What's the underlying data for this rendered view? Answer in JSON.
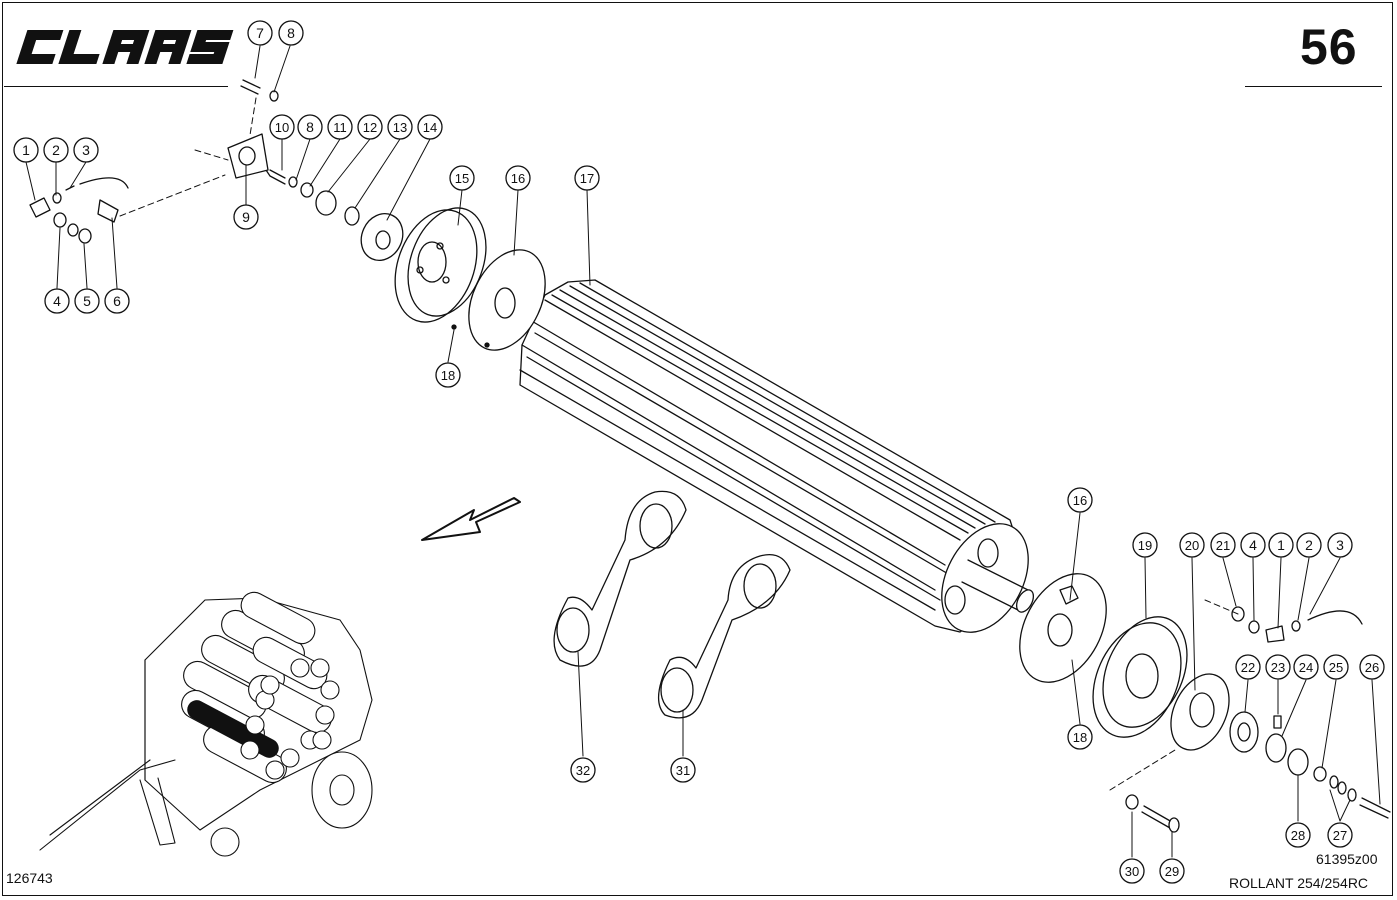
{
  "brand": {
    "logo_text": "CLAAS"
  },
  "page": {
    "number": "56"
  },
  "footer": {
    "left_ref": "126743",
    "drawing_code": "61395z00",
    "model": "ROLLANT 254/254RC"
  },
  "callouts": [
    {
      "id": "c-7",
      "label": "7"
    },
    {
      "id": "c-8a",
      "label": "8"
    },
    {
      "id": "c-1a",
      "label": "1"
    },
    {
      "id": "c-2a",
      "label": "2"
    },
    {
      "id": "c-3a",
      "label": "3"
    },
    {
      "id": "c-10",
      "label": "10"
    },
    {
      "id": "c-8b",
      "label": "8"
    },
    {
      "id": "c-11",
      "label": "11"
    },
    {
      "id": "c-12",
      "label": "12"
    },
    {
      "id": "c-13",
      "label": "13"
    },
    {
      "id": "c-14",
      "label": "14"
    },
    {
      "id": "c-9",
      "label": "9"
    },
    {
      "id": "c-15",
      "label": "15"
    },
    {
      "id": "c-16a",
      "label": "16"
    },
    {
      "id": "c-17",
      "label": "17"
    },
    {
      "id": "c-4a",
      "label": "4"
    },
    {
      "id": "c-5",
      "label": "5"
    },
    {
      "id": "c-6",
      "label": "6"
    },
    {
      "id": "c-18a",
      "label": "18"
    },
    {
      "id": "c-16b",
      "label": "16"
    },
    {
      "id": "c-19",
      "label": "19"
    },
    {
      "id": "c-20",
      "label": "20"
    },
    {
      "id": "c-21",
      "label": "21"
    },
    {
      "id": "c-4b",
      "label": "4"
    },
    {
      "id": "c-1b",
      "label": "1"
    },
    {
      "id": "c-2b",
      "label": "2"
    },
    {
      "id": "c-3b",
      "label": "3"
    },
    {
      "id": "c-22",
      "label": "22"
    },
    {
      "id": "c-23",
      "label": "23"
    },
    {
      "id": "c-24",
      "label": "24"
    },
    {
      "id": "c-25",
      "label": "25"
    },
    {
      "id": "c-26",
      "label": "26"
    },
    {
      "id": "c-18b",
      "label": "18"
    },
    {
      "id": "c-32",
      "label": "32"
    },
    {
      "id": "c-31",
      "label": "31"
    },
    {
      "id": "c-28",
      "label": "28"
    },
    {
      "id": "c-27",
      "label": "27"
    },
    {
      "id": "c-30",
      "label": "30"
    },
    {
      "id": "c-29",
      "label": "29"
    }
  ]
}
